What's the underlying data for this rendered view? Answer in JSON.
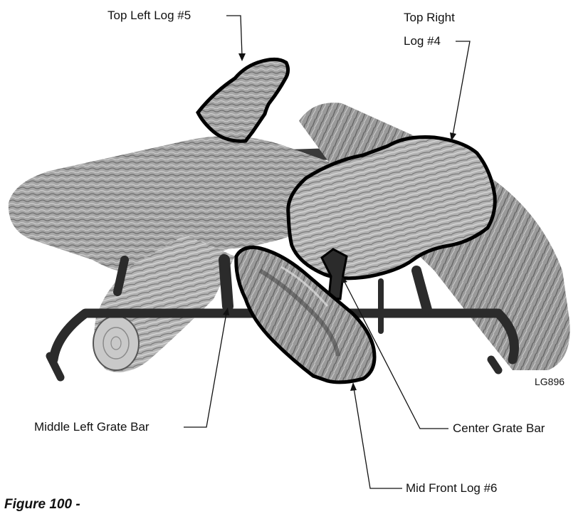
{
  "figure": {
    "caption": "Figure 100 -",
    "code": "LG896"
  },
  "callouts": {
    "top_left_log": "Top Left Log #5",
    "top_right_log_line1": "Top Right",
    "top_right_log_line2": "Log #4",
    "middle_left_grate_bar": "Middle Left Grate Bar",
    "center_grate_bar": "Center Grate Bar",
    "mid_front_log": "Mid Front Log #6"
  },
  "colors": {
    "outline": "#000000",
    "grate": "#2b2b2b",
    "log_light": "#bdbdbd",
    "log_mid": "#8f8f8f",
    "log_dark": "#5a5a5a"
  }
}
